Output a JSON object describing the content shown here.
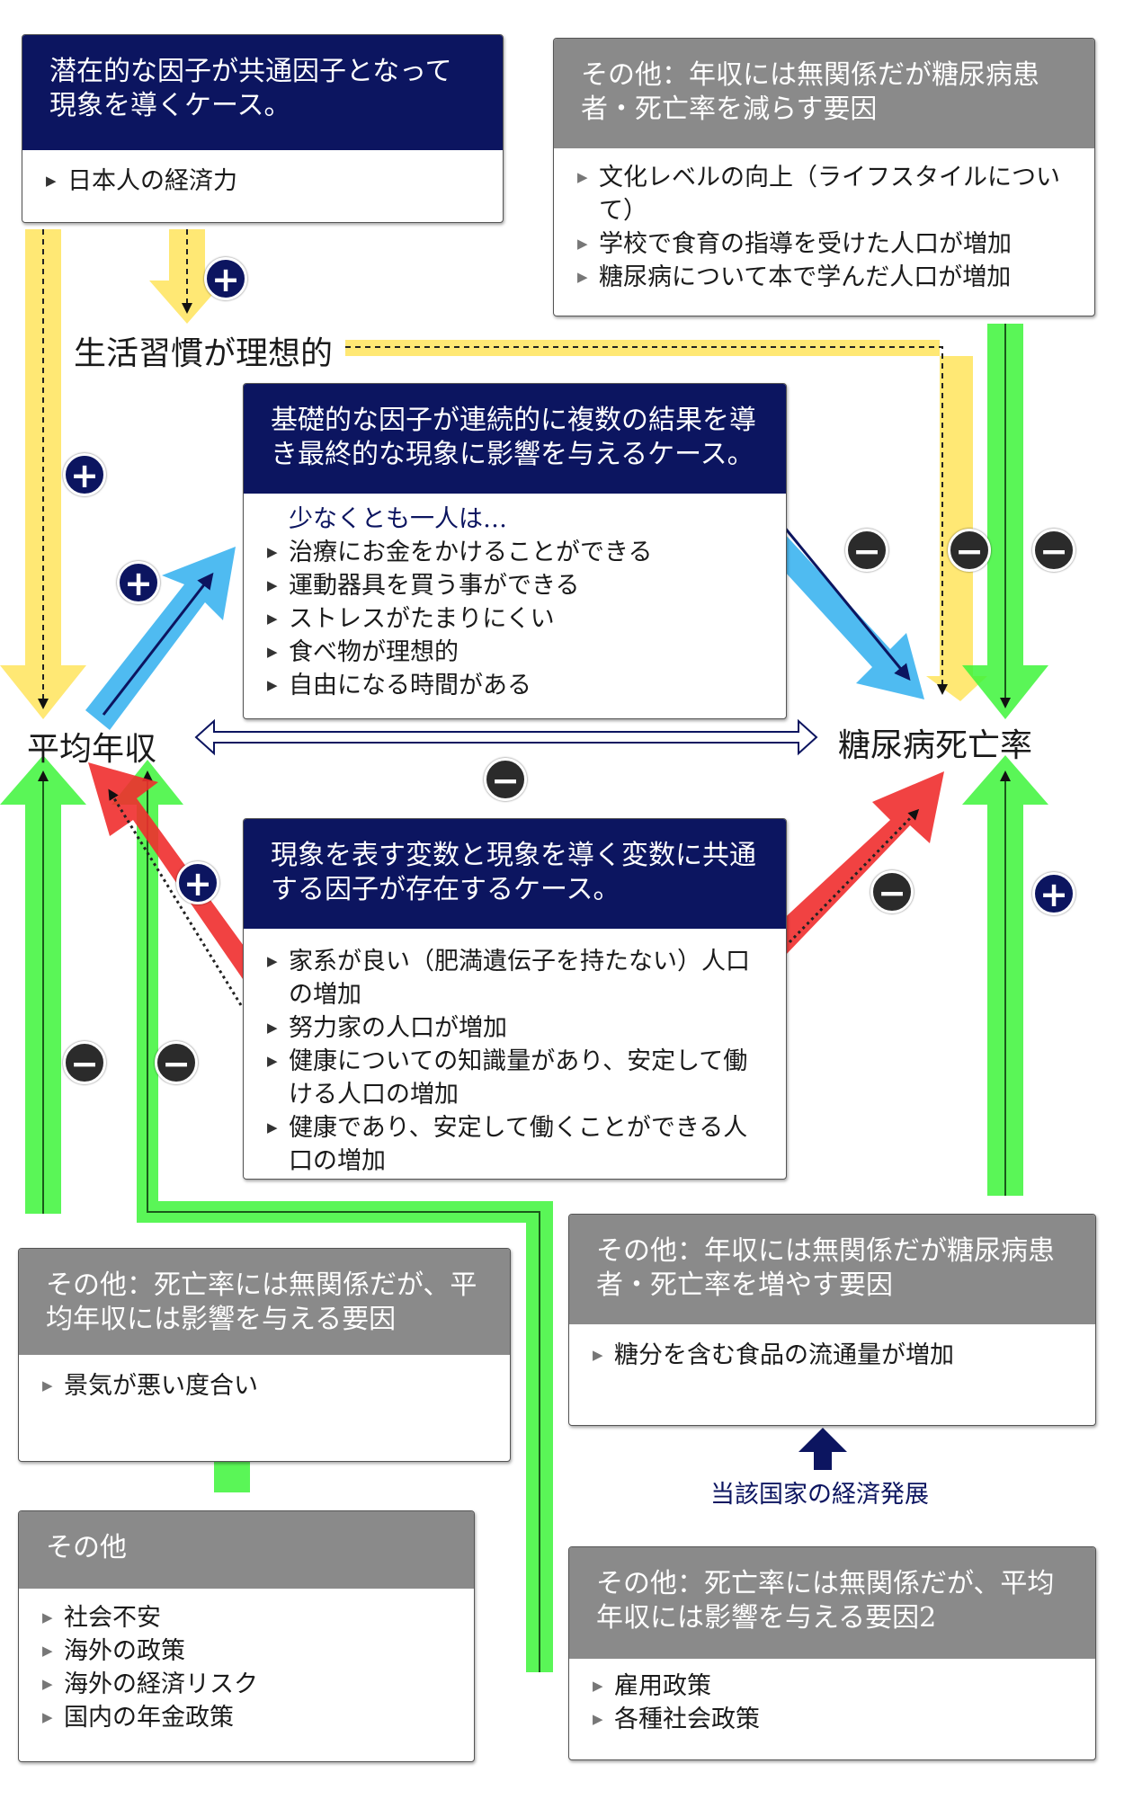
{
  "nodes": {
    "income": "平均年収",
    "mortality": "糖尿病死亡率",
    "lifestyle": "生活習慣が理想的",
    "economic_development": "当該国家の経済発展"
  },
  "boxes": {
    "latent": {
      "title": "潜在的な因子が共通因子となって現象を導くケース。",
      "items": [
        "日本人の経済力"
      ]
    },
    "other_reduce": {
      "title": "その他：年収には無関係だが糖尿病患者・死亡率を減らす要因",
      "items": [
        "文化レベルの向上（ライフスタイルについて）",
        "学校で食育の指導を受けた人口が増加",
        "糖尿病について本で学んだ人口が増加"
      ]
    },
    "basic": {
      "title": "基礎的な因子が連続的に複数の結果を導き最終的な現象に影響を与えるケース。",
      "lead": "少なくとも一人は…",
      "items": [
        "治療にお金をかけることができる",
        "運動器具を買う事ができる",
        "ストレスがたまりにくい",
        "食べ物が理想的",
        "自由になる時間がある"
      ]
    },
    "common": {
      "title": "現象を表す変数と現象を導く変数に共通する因子が存在するケース。",
      "items": [
        "家系が良い（肥満遺伝子を持たない）人口の増加",
        "努力家の人口が増加",
        "健康についての知識量があり、安定して働ける人口の増加",
        "健康であり、安定して働くことができる人口の増加"
      ]
    },
    "other_income": {
      "title": "その他：死亡率には無関係だが、平均年収には影響を与える要因",
      "items": [
        "景気が悪い度合い"
      ]
    },
    "other_increase": {
      "title": "その他：年収には無関係だが糖尿病患者・死亡率を増やす要因",
      "items": [
        "糖分を含む食品の流通量が増加"
      ]
    },
    "other": {
      "title": "その他",
      "items": [
        "社会不安",
        "海外の政策",
        "海外の経済リスク",
        "国内の年金政策"
      ]
    },
    "other_income2": {
      "title": "その他：死亡率には無関係だが、平均年収には影響を与える要因2",
      "items": [
        "雇用政策",
        "各種社会政策"
      ]
    }
  },
  "signs": {
    "plus": "+",
    "minus": "−"
  },
  "colors": {
    "navy": "#0c1560",
    "gray": "#8a8a8a",
    "yellow": "#ffe45c",
    "blue": "#3cb4f0",
    "red": "#f02d2d",
    "green": "#3df53a",
    "dark_sign": "#2b2b2b"
  }
}
